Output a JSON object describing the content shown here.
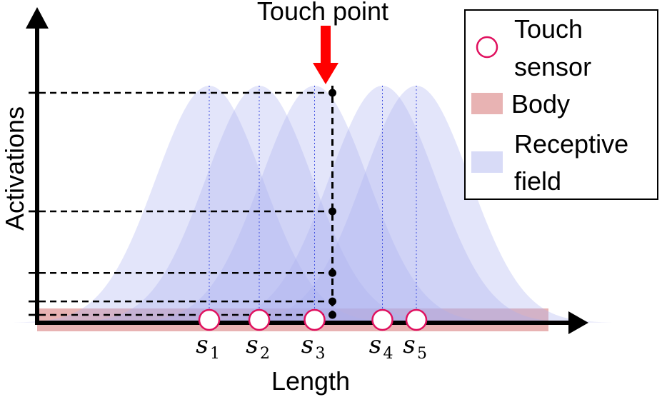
{
  "title": "Touch point",
  "axes": {
    "x_label": "Length",
    "y_label": "Activations"
  },
  "legend": {
    "items": [
      {
        "label_lines": [
          "Touch",
          "sensor"
        ],
        "kind": "touch-sensor"
      },
      {
        "label_lines": [
          "Body"
        ],
        "kind": "body"
      },
      {
        "label_lines": [
          "Receptive",
          "field"
        ],
        "kind": "receptive-field"
      }
    ]
  },
  "sensors": [
    {
      "name": "s",
      "sub": "1",
      "position": 1.0
    },
    {
      "name": "s",
      "sub": "2",
      "position": 1.28
    },
    {
      "name": "s",
      "sub": "3",
      "position": 1.59
    },
    {
      "name": "s",
      "sub": "4",
      "position": 1.97
    },
    {
      "name": "s",
      "sub": "5",
      "position": 2.16
    }
  ],
  "touch_position": 1.69,
  "activations": [
    0.97,
    0.47,
    0.21,
    0.09,
    0.0
  ],
  "colors": {
    "arrow": "#ff0000",
    "sensor_stroke": "#e0115f",
    "body": "#d98080",
    "receptive_field": "#aab0f0",
    "axis": "#000000"
  }
}
